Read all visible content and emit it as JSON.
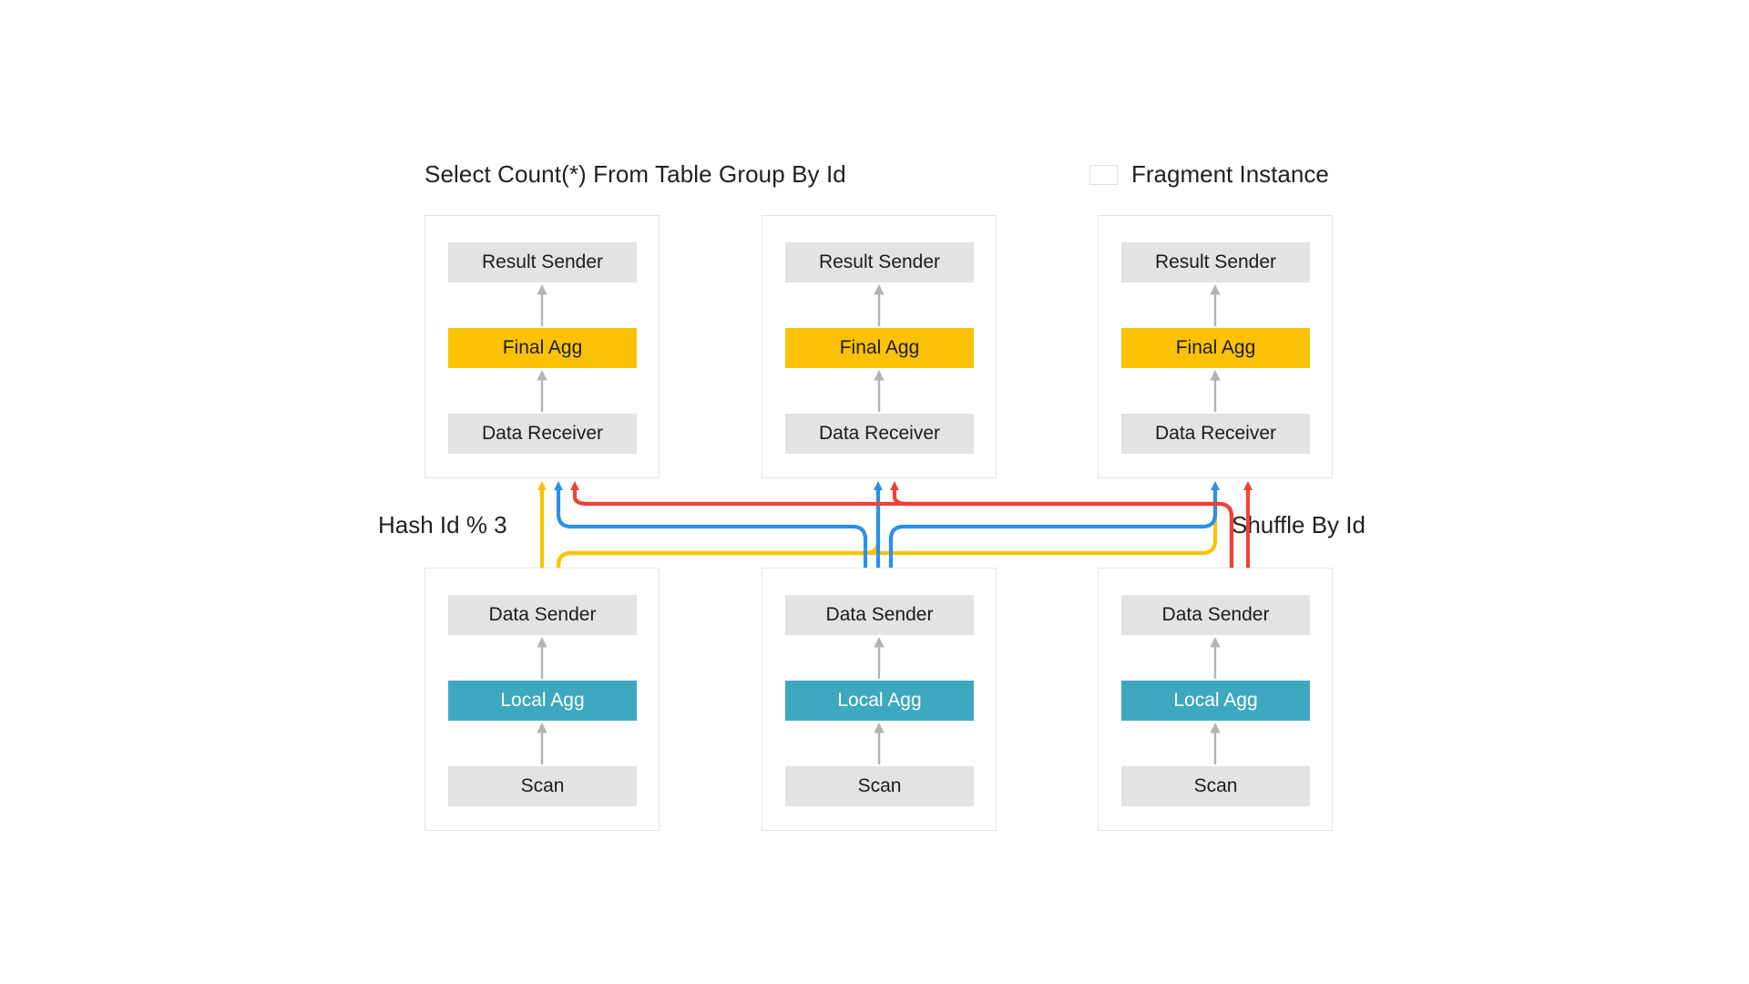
{
  "header": {
    "title": "Select Count(*) From Table Group By Id",
    "legend": {
      "swatch_name": "fragment-instance-swatch",
      "label": "Fragment Instance",
      "swatch_fill": "#ffffff",
      "swatch_border": "#e2e2e2"
    }
  },
  "routing": {
    "left_label": "Hash Id % 3",
    "right_label": "Shuffle By Id",
    "lane_colors": {
      "from_instance_1": "#fbc203",
      "from_instance_2": "#2b8feb",
      "from_instance_3": "#ef4136"
    }
  },
  "palette": {
    "gray_operator": "#e3e3e3",
    "yellow_operator": "#fbc203",
    "teal_operator": "#3da8c0",
    "fragment_border": "#e6e6e6",
    "inner_arrow": "#b3b3b3",
    "text": "#231f20",
    "background": "#ffffff"
  },
  "upper_fragments": [
    {
      "name": "upper-fragment-instance-1",
      "operators": [
        {
          "label": "Result Sender",
          "style": "gray"
        },
        {
          "label": "Final Agg",
          "style": "yellow"
        },
        {
          "label": "Data Receiver",
          "style": "gray"
        }
      ]
    },
    {
      "name": "upper-fragment-instance-2",
      "operators": [
        {
          "label": "Result Sender",
          "style": "gray"
        },
        {
          "label": "Final Agg",
          "style": "yellow"
        },
        {
          "label": "Data Receiver",
          "style": "gray"
        }
      ]
    },
    {
      "name": "upper-fragment-instance-3",
      "operators": [
        {
          "label": "Result Sender",
          "style": "gray"
        },
        {
          "label": "Final Agg",
          "style": "yellow"
        },
        {
          "label": "Data Receiver",
          "style": "gray"
        }
      ]
    }
  ],
  "lower_fragments": [
    {
      "name": "lower-fragment-instance-1",
      "operators": [
        {
          "label": "Data Sender",
          "style": "gray"
        },
        {
          "label": "Local Agg",
          "style": "teal"
        },
        {
          "label": "Scan",
          "style": "gray"
        }
      ]
    },
    {
      "name": "lower-fragment-instance-2",
      "operators": [
        {
          "label": "Data Sender",
          "style": "gray"
        },
        {
          "label": "Local Agg",
          "style": "teal"
        },
        {
          "label": "Scan",
          "style": "gray"
        }
      ]
    },
    {
      "name": "lower-fragment-instance-3",
      "operators": [
        {
          "label": "Data Sender",
          "style": "gray"
        },
        {
          "label": "Local Agg",
          "style": "teal"
        },
        {
          "label": "Scan",
          "style": "gray"
        }
      ]
    }
  ]
}
